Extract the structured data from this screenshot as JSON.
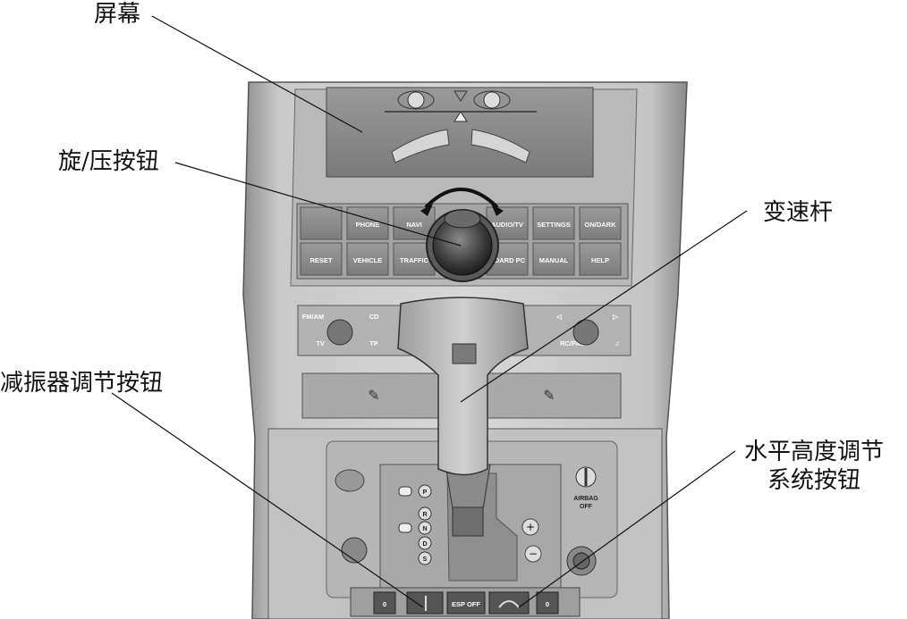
{
  "callouts": {
    "screen": "屏幕",
    "rotary_knob": "旋/压按钮",
    "gear_lever": "变速杆",
    "shock_absorber_button": "减振器调节按钮",
    "level_control_line1": "水平高度调节",
    "level_control_line2": "系统按钮"
  },
  "pcm_buttons": {
    "top_row": [
      "",
      "PHONE",
      "NAVI",
      "",
      "AUDIO/TV",
      "SETTINGS",
      "ON/DARK"
    ],
    "bottom_row": [
      "RESET",
      "VEHICLE",
      "TRAFFIC",
      "",
      "BOARD PC",
      "MANUAL",
      "HELP"
    ]
  },
  "radio_panel": {
    "left_labels": [
      "FM/AM",
      "CD",
      "TV",
      "TP"
    ],
    "right_labels": [
      "◁",
      "▷",
      "RC/PAS",
      "♫"
    ]
  },
  "shift_gate": {
    "positions": [
      "P",
      "R",
      "N",
      "D",
      "S"
    ],
    "plus": "+",
    "minus": "−"
  },
  "airbag_label": [
    "AIRBAG",
    "OFF"
  ],
  "bottom_buttons": [
    "0",
    "",
    "ESP OFF",
    "",
    "0"
  ]
}
